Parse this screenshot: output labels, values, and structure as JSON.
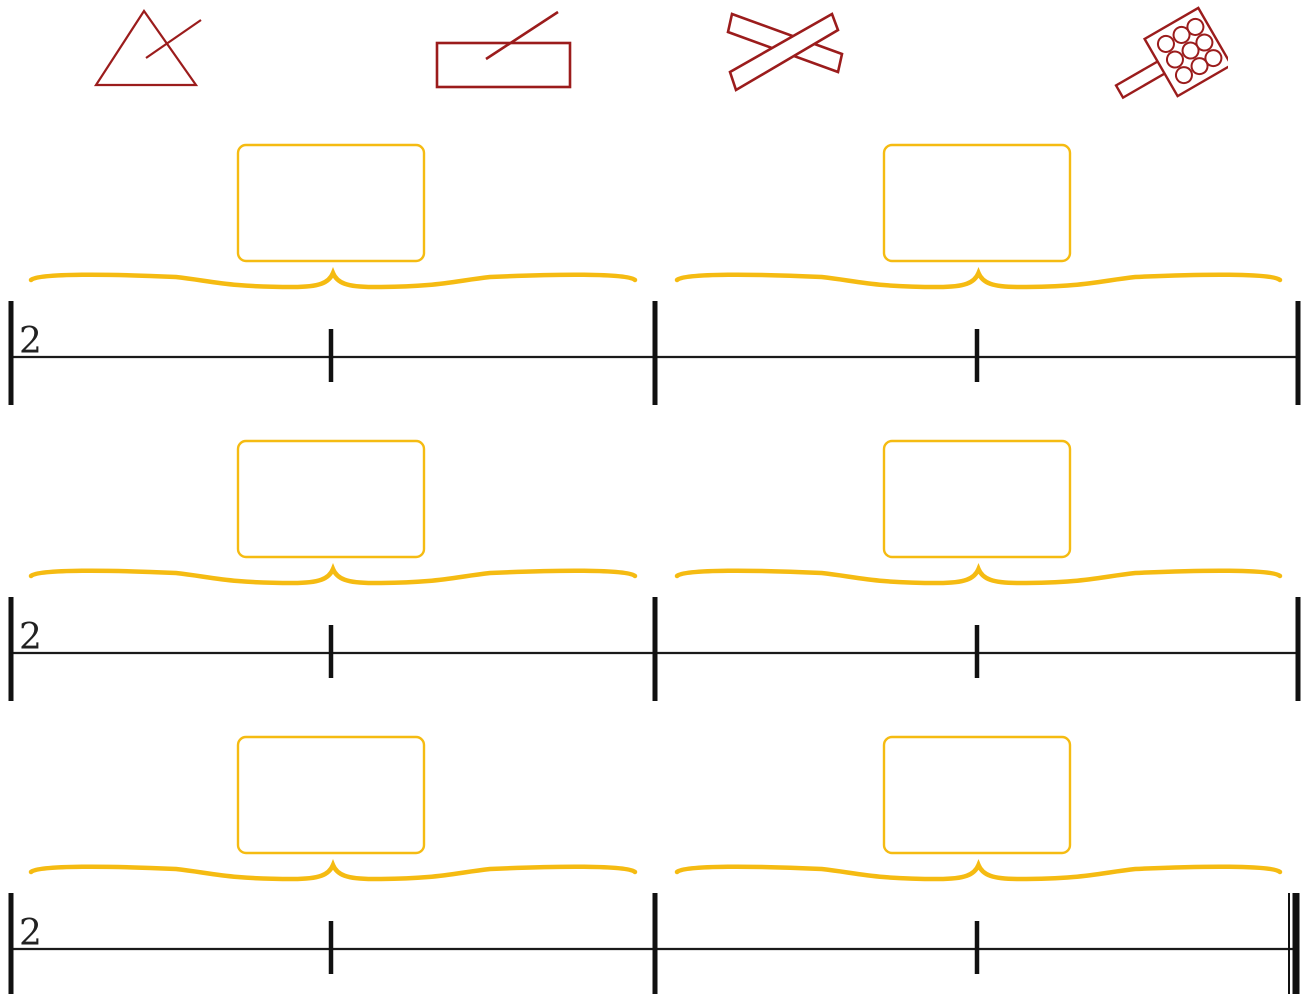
{
  "colors": {
    "icon": "#9b1c1c",
    "bracket": "#f5bb12",
    "answer_box": "#f5bb12",
    "staff_line": "#1a1a1a",
    "barline": "#111111"
  },
  "instruments": [
    {
      "icon": "triangle-icon"
    },
    {
      "icon": "rhythm-sticks-icon"
    },
    {
      "icon": "claves-icon"
    },
    {
      "icon": "jingle-stick-icon"
    }
  ],
  "rows": [
    {
      "time_signature": "2",
      "measures": [
        {
          "answer_box": ""
        },
        {
          "answer_box": ""
        }
      ],
      "final_barline": false
    },
    {
      "time_signature": "2",
      "measures": [
        {
          "answer_box": ""
        },
        {
          "answer_box": ""
        }
      ],
      "final_barline": false
    },
    {
      "time_signature": "2",
      "measures": [
        {
          "answer_box": ""
        },
        {
          "answer_box": ""
        }
      ],
      "final_barline": true
    }
  ]
}
